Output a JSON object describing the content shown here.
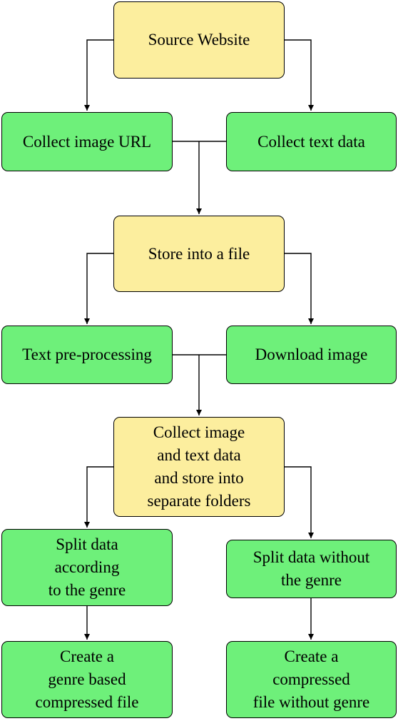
{
  "colors": {
    "process_fill": "#fcee9e",
    "action_fill": "#6ef07a",
    "stroke": "#000000"
  },
  "nodes": {
    "source_website": "Source Website",
    "collect_image_url": "Collect image URL",
    "collect_text_data": "Collect text data",
    "store_into_file": "Store into a file",
    "text_preprocessing": "Text pre-processing",
    "download_image": "Download image",
    "collect_and_store": "Collect image\nand text data\nand store into\nseparate folders",
    "split_by_genre": "Split data\naccording\nto the genre",
    "split_without_genre": "Split data without\nthe genre",
    "create_genre_file": "Create a\ngenre based\ncompressed file",
    "create_no_genre_file": "Create a\ncompressed\nfile without genre"
  }
}
